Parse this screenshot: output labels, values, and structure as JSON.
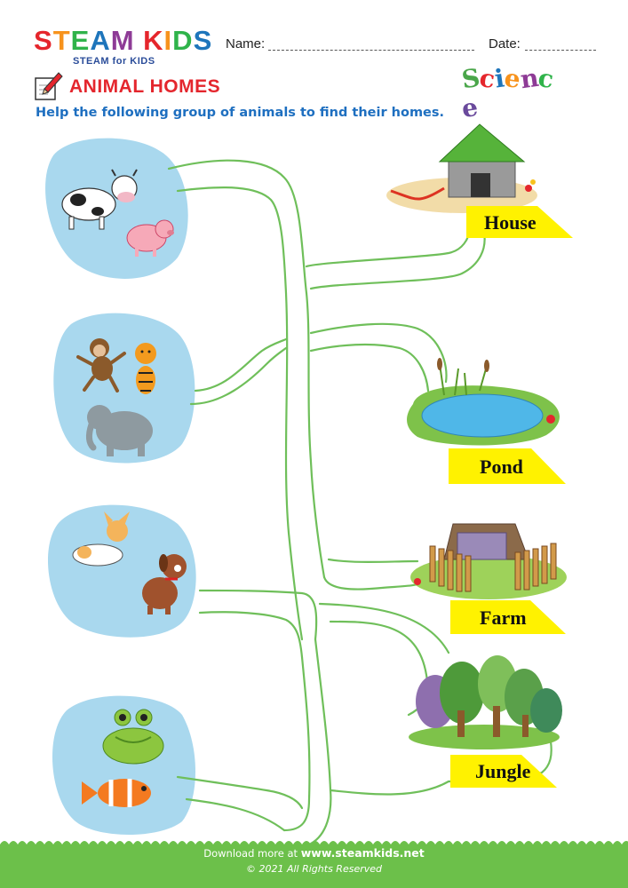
{
  "header": {
    "brand": {
      "letters": [
        "S",
        "T",
        "E",
        "A",
        "M",
        " ",
        "K",
        "I",
        "D",
        "S"
      ],
      "letter_colors": [
        "#e5262c",
        "#f7931d",
        "#2fb34a",
        "#1e75bb",
        "#8e3b96",
        "#ffffff",
        "#e5262c",
        "#f7931d",
        "#2fb34a",
        "#1e75bb"
      ],
      "tagline": "STEAM for KIDS"
    },
    "name_label": "Name:",
    "date_label": "Date:",
    "subject_logo": {
      "letters": [
        "S",
        "c",
        "i",
        "e",
        "n",
        "c",
        "e"
      ],
      "colors": [
        "#4aa64a",
        "#e5262c",
        "#1e75bb",
        "#f7931d",
        "#8e3b96",
        "#2fb34a",
        "#6a4a9c"
      ]
    }
  },
  "worksheet": {
    "title": "ANIMAL HOMES",
    "instruction": "Help the following group of animals to find their homes.",
    "animal_groups": [
      {
        "id": "cow-pig",
        "icons": [
          "cow-icon",
          "pig-icon"
        ]
      },
      {
        "id": "monkey-tiger-elephant",
        "icons": [
          "monkey-icon",
          "tiger-icon",
          "elephant-icon"
        ]
      },
      {
        "id": "dogs",
        "icons": [
          "dog-icon",
          "puppy-icon"
        ]
      },
      {
        "id": "frog-fish",
        "icons": [
          "frog-icon",
          "clownfish-icon"
        ]
      }
    ],
    "homes": [
      {
        "label": "House",
        "icon": "doghouse-icon"
      },
      {
        "label": "Pond",
        "icon": "pond-icon"
      },
      {
        "label": "Farm",
        "icon": "farm-pen-icon"
      },
      {
        "label": "Jungle",
        "icon": "jungle-icon"
      }
    ],
    "colors": {
      "maze_stroke": "#6fbf5a",
      "blob": "#a9d8ee",
      "flag": "#fff200",
      "title": "#e4262d",
      "instruction": "#1e6fc0"
    }
  },
  "footer": {
    "prefix": "Download more at ",
    "site": "www.steamkids.net",
    "copyright": "© 2021 All Rights Reserved",
    "color": "#6cc04a"
  }
}
